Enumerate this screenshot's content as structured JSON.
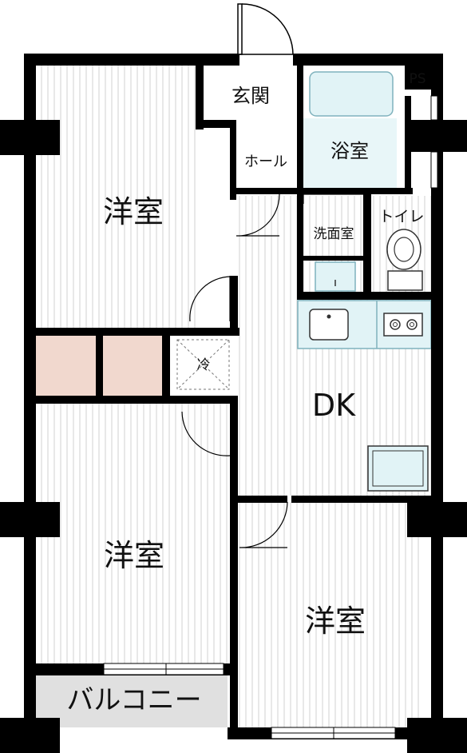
{
  "rooms": {
    "western_room_top": "洋室",
    "western_room_left": "洋室",
    "western_room_right": "洋室",
    "entrance": "玄関",
    "hall": "ホール",
    "bathroom": "浴室",
    "washroom": "洗面室",
    "toilet": "トイレ",
    "dining_kitchen": "DK",
    "balcony": "バルコニー"
  },
  "fixtures": {
    "pipe_shaft": "PS",
    "refrigerator": "冷"
  },
  "colors": {
    "wall": "#000000",
    "floor_lines": "#d4d4d4",
    "fixture_fill": "#e1f3f6",
    "fixture_stroke": "#7fb2bd",
    "closet_fill": "#f1d8ce",
    "balcony_fill": "#e0e0e0"
  }
}
